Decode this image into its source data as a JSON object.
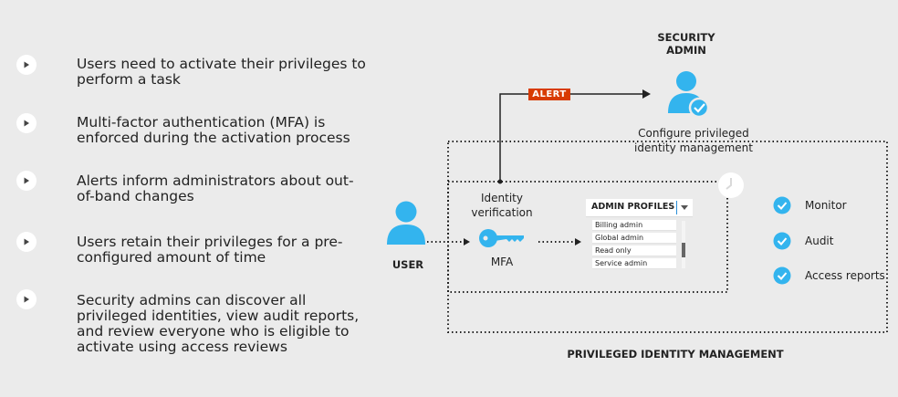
{
  "bullets": [
    {
      "text": "Users need to activate their privileges to perform a task"
    },
    {
      "text": "Multi-factor authentication (MFA) is enforced during the activation process"
    },
    {
      "text": "Alerts inform administrators about out-of-band changes"
    },
    {
      "text": "Users retain their privileges for a pre-configured amount of time"
    },
    {
      "text": "Security admins can discover all privileged identities, view audit reports, and review everyone who is eligible to activate using access reviews"
    }
  ],
  "diagram": {
    "security_admin_line1": "SECURITY",
    "security_admin_line2": "ADMIN",
    "configure_line1": "Configure privileged",
    "configure_line2": "identity management",
    "alert": "ALERT",
    "identity_line1": "Identity",
    "identity_line2": "verification",
    "mfa": "MFA",
    "user": "USER",
    "admin_profiles": "ADMIN PROFILES",
    "profile_items": [
      "Billing admin",
      "Global admin",
      "Read only",
      "Service admin"
    ],
    "checks": [
      "Monitor",
      "Audit",
      "Access reports"
    ],
    "pim_title": "PRIVILEGED IDENTITY MANAGEMENT"
  },
  "colors": {
    "background": "#ebebeb",
    "accent_blue": "#33b4ee",
    "alert_orange": "#d83b01"
  },
  "icons": [
    "play-icon",
    "user-icon",
    "admin-user-icon",
    "key-icon",
    "clock-icon",
    "check-circle-icon"
  ]
}
